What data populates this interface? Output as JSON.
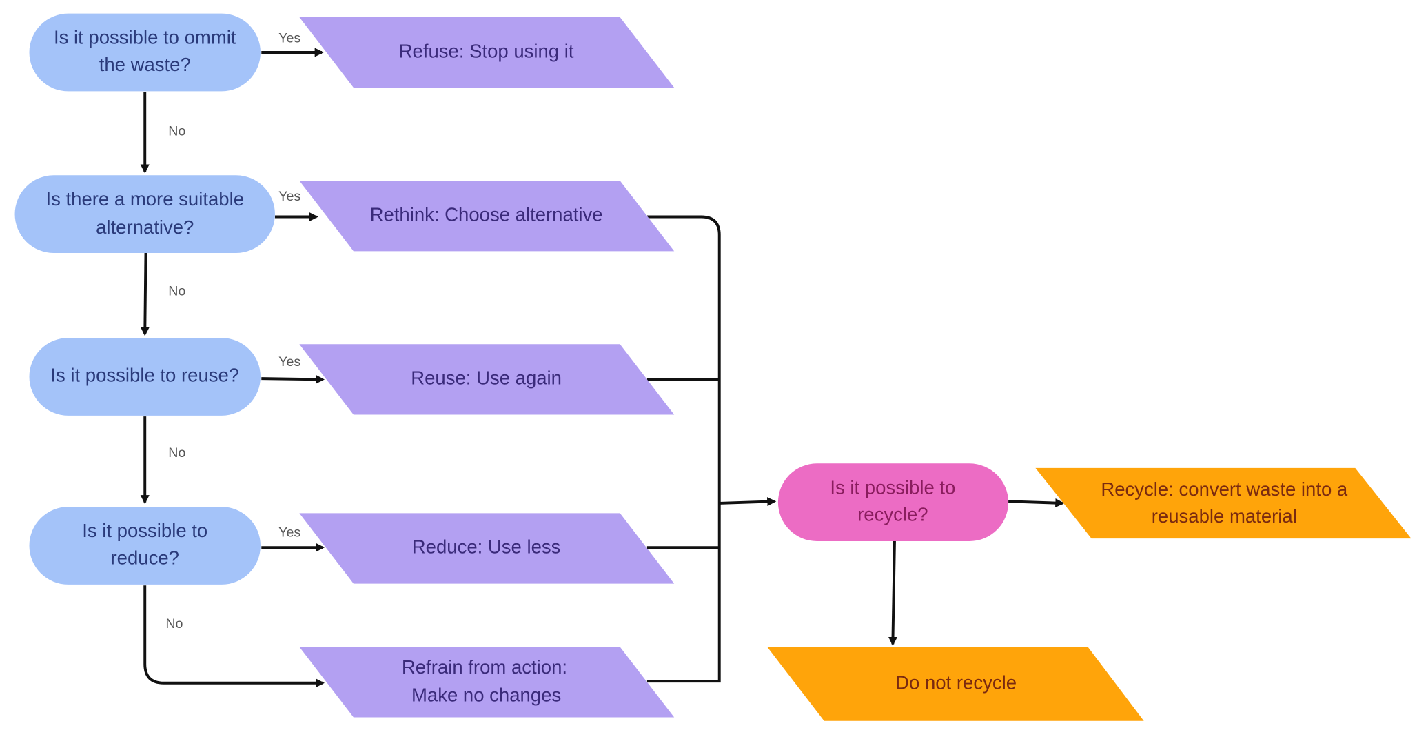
{
  "diagram": {
    "colors": {
      "question": "#a4c3f9",
      "action": "#b3a0f2",
      "recycle_question": "#ec6cc4",
      "outcome": "#ffa40a",
      "line": "#111111"
    },
    "nodes": {
      "q_ommit": [
        "Is it possible to ommit",
        "the waste?"
      ],
      "q_alternative": [
        "Is there a more suitable",
        "alternative?"
      ],
      "q_reuse": [
        "Is it possible to reuse?"
      ],
      "q_reduce": [
        "Is it possible to",
        "reduce?"
      ],
      "a_refuse": [
        "Refuse: Stop using it"
      ],
      "a_rethink": [
        "Rethink: Choose alternative"
      ],
      "a_reuse": [
        "Reuse: Use again"
      ],
      "a_reduce": [
        "Reduce: Use less"
      ],
      "a_refrain": [
        "Refrain from action:",
        "Make no changes"
      ],
      "q_recycle": [
        "Is it possible to",
        "recycle?"
      ],
      "o_recycle": [
        "Recycle: convert waste into a",
        "reusable material"
      ],
      "o_no_recycle": [
        "Do not recycle"
      ]
    },
    "edge_labels": {
      "yes": "Yes",
      "no": "No"
    }
  }
}
